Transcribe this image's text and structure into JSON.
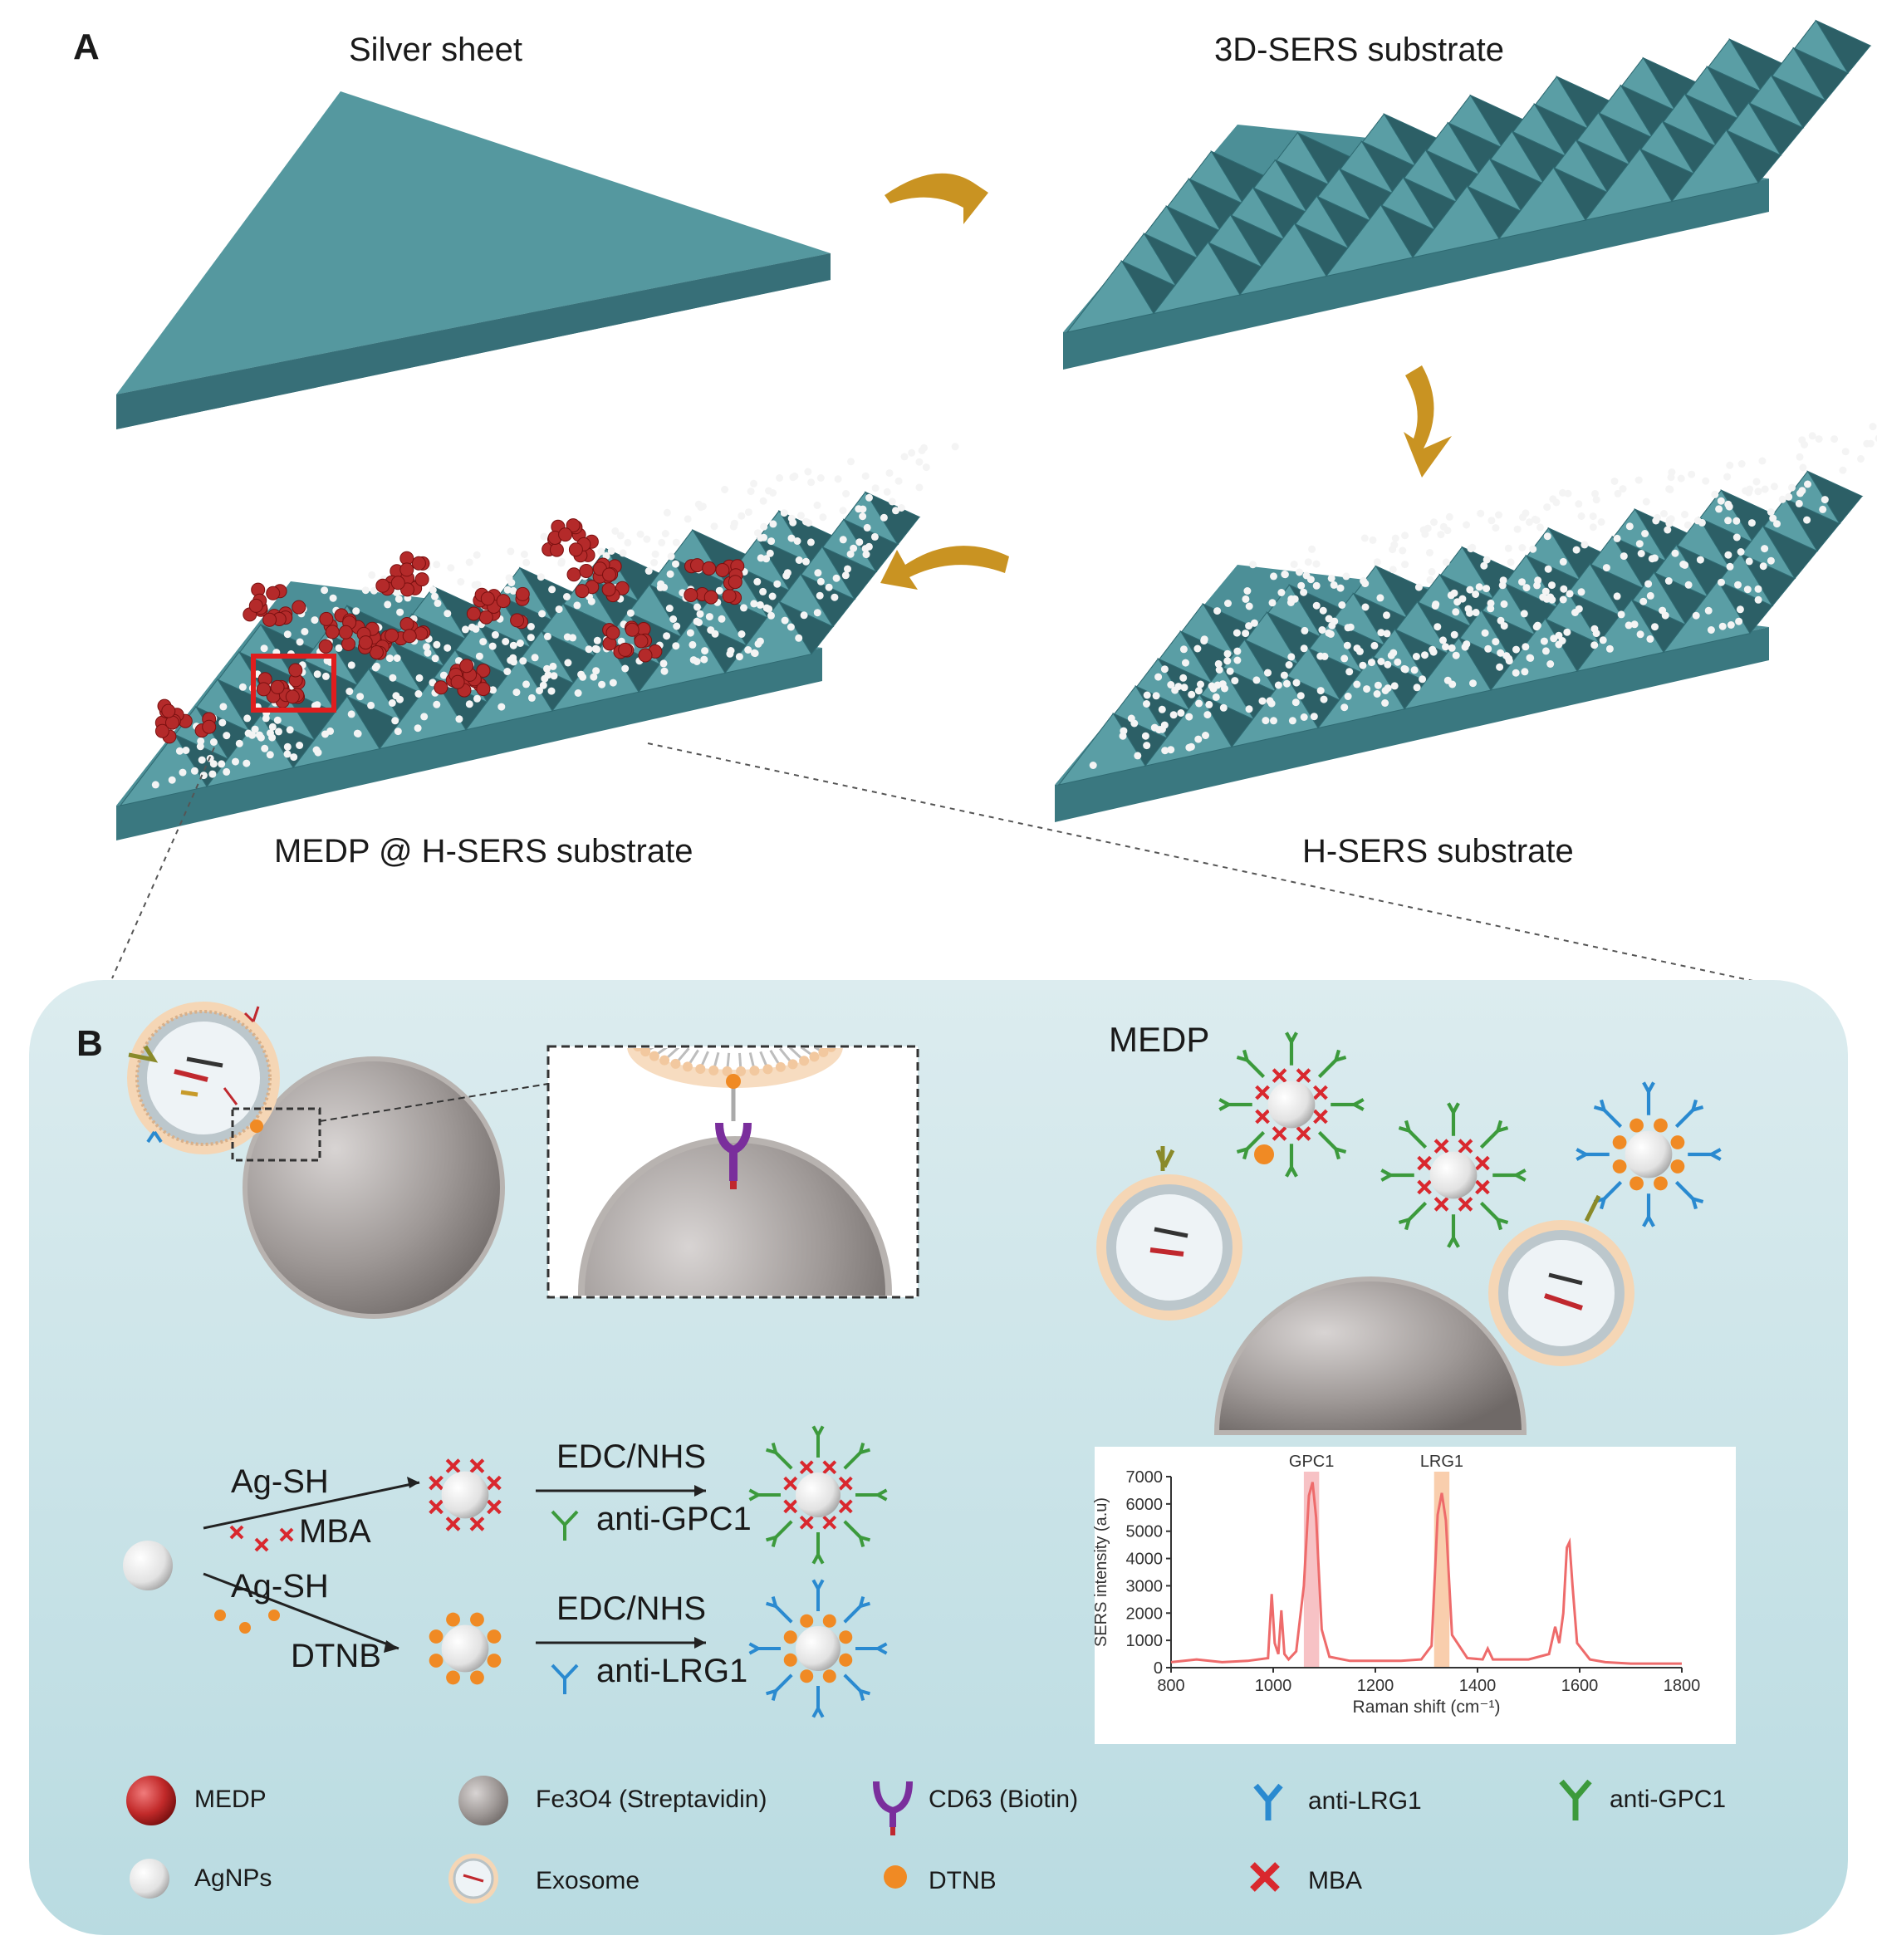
{
  "panel_a": {
    "letter": "A",
    "stages": {
      "silver_sheet": "Silver sheet",
      "sers3d": "3D-SERS substrate",
      "hsers": "H-SERS substrate",
      "medp_hsers": "MEDP @ H-SERS substrate"
    }
  },
  "panel_b": {
    "letter": "B",
    "medp_title": "MEDP",
    "reaction_top": {
      "reagent1": "Ag-SH",
      "reagent2": "MBA",
      "coupling": "EDC/NHS",
      "antibody": "anti-GPC1"
    },
    "reaction_bottom": {
      "reagent1": "Ag-SH",
      "reagent2": "DTNB",
      "coupling": "EDC/NHS",
      "antibody": "anti-LRG1"
    }
  },
  "legend": {
    "medp": "MEDP",
    "fe3o4": "Fe3O4 (Streptavidin)",
    "cd63": "CD63 (Biotin)",
    "anti_lrg1": "anti-LRG1",
    "anti_gpc1": "anti-GPC1",
    "agnps": "AgNPs",
    "exosome": "Exosome",
    "dtnb": "DTNB",
    "mba": "MBA"
  },
  "colors": {
    "substrate_top": "#4f949c",
    "substrate_side": "#3c7b83",
    "arrow": "#c99322",
    "panel_bg": "#c7e2e7",
    "mba": "#d9282e",
    "dtnb": "#f08a24",
    "anti_gpc1": "#3c9a3c",
    "anti_lrg1": "#2a8ad0",
    "cd63": "#7a2e9c",
    "spectrum": "#ee6b6b",
    "gpc1_band": "#f4a8ad",
    "lrg1_band": "#f7b98a"
  },
  "chart_data": {
    "type": "line",
    "title": "",
    "xlabel": "Raman shift (cm⁻¹)",
    "ylabel": "SERS intensity (a.u)",
    "xlim": [
      800,
      1800
    ],
    "ylim": [
      0,
      7000
    ],
    "xticks": [
      800,
      1000,
      1200,
      1400,
      1600,
      1800
    ],
    "yticks": [
      0,
      1000,
      2000,
      3000,
      4000,
      5000,
      6000,
      7000
    ],
    "annotations": [
      {
        "label": "GPC1",
        "x": 1075,
        "band": [
          1060,
          1090
        ]
      },
      {
        "label": "LRG1",
        "x": 1330,
        "band": [
          1315,
          1345
        ]
      }
    ],
    "series": [
      {
        "x": [
          800,
          850,
          900,
          950,
          990,
          997,
          1003,
          1010,
          1016,
          1022,
          1030,
          1045,
          1060,
          1070,
          1077,
          1084,
          1095,
          1110,
          1150,
          1200,
          1250,
          1290,
          1310,
          1322,
          1330,
          1338,
          1350,
          1380,
          1410,
          1420,
          1430,
          1460,
          1500,
          1540,
          1552,
          1560,
          1568,
          1575,
          1580,
          1586,
          1595,
          1620,
          1650,
          1700,
          1750,
          1800
        ],
        "y": [
          200,
          300,
          200,
          250,
          350,
          2700,
          900,
          500,
          2100,
          500,
          300,
          600,
          3000,
          6300,
          6800,
          5500,
          1400,
          400,
          250,
          250,
          250,
          300,
          800,
          5600,
          6400,
          5400,
          1200,
          350,
          300,
          700,
          300,
          300,
          300,
          500,
          1500,
          900,
          2000,
          4400,
          4600,
          3000,
          900,
          300,
          200,
          150,
          150,
          150
        ]
      }
    ]
  }
}
